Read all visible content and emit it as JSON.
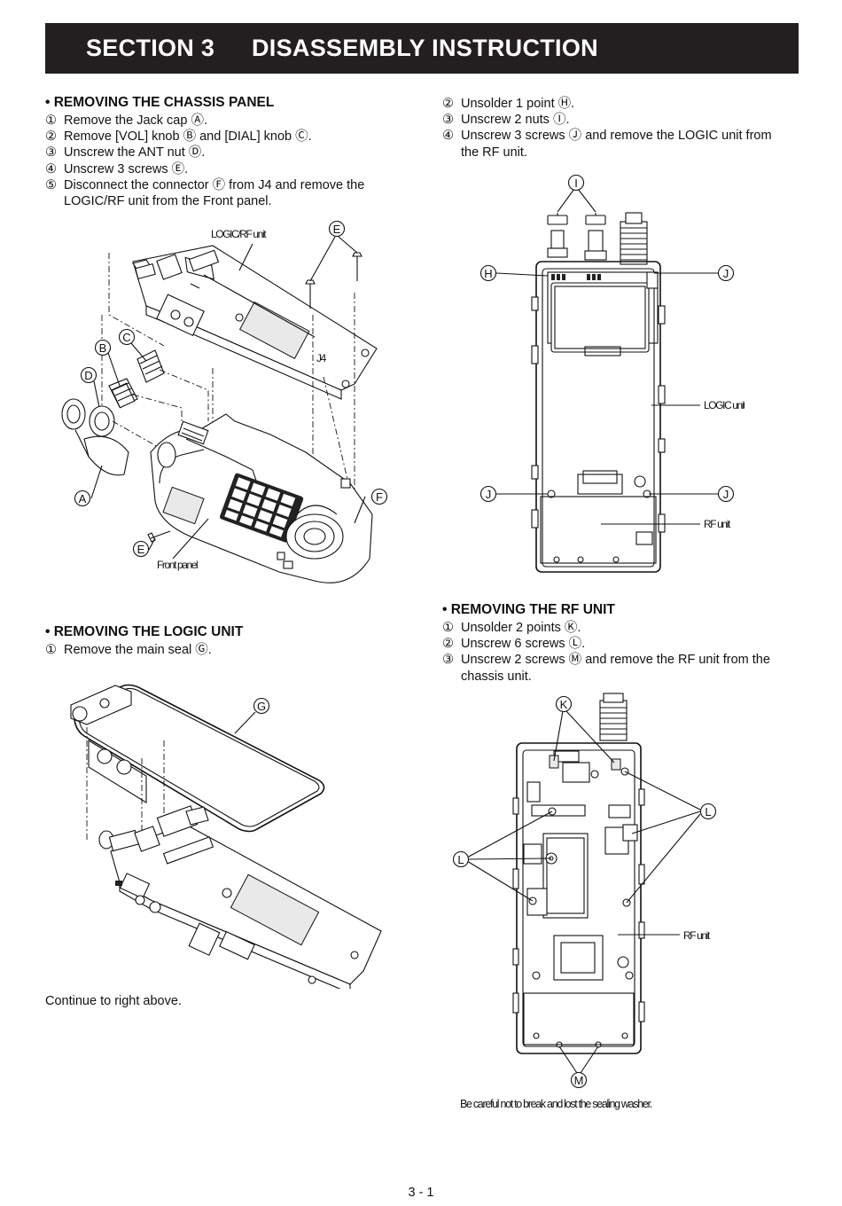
{
  "header": {
    "section": "SECTION 3",
    "title": "DISASSEMBLY INSTRUCTION"
  },
  "chassis": {
    "heading": "• REMOVING THE CHASSIS PANEL",
    "steps": [
      {
        "num": "①",
        "text": "Remove the Jack cap Ⓐ."
      },
      {
        "num": "②",
        "text": "Remove [VOL] knob Ⓑ and [DIAL] knob Ⓒ."
      },
      {
        "num": "③",
        "text": "Unscrew the ANT nut Ⓓ."
      },
      {
        "num": "④",
        "text": "Unscrew 3 screws Ⓔ."
      },
      {
        "num": "⑤",
        "text": "Disconnect the connector Ⓕ from J4 and remove the LOGIC/RF unit from the Front panel."
      }
    ],
    "figure": {
      "label_logic_rf": "LOGIC/RF unit",
      "label_front_panel": "Front panel",
      "label_j4": "J4",
      "callouts": [
        "A",
        "B",
        "C",
        "D",
        "E",
        "E",
        "F"
      ]
    }
  },
  "logic_unit": {
    "heading": "• REMOVING THE LOGIC UNIT",
    "steps": [
      {
        "num": "①",
        "text": "Remove the main seal Ⓖ."
      }
    ],
    "figure": {
      "callouts": [
        "G"
      ]
    },
    "continue_text": "Continue to right above."
  },
  "logic_cont": {
    "steps": [
      {
        "num": "②",
        "text": "Unsolder 1 point Ⓗ."
      },
      {
        "num": "③",
        "text": "Unscrew 2 nuts Ⓘ."
      },
      {
        "num": "④",
        "text": "Unscrew 3 screws Ⓙ and remove the LOGIC unit from the RF unit."
      }
    ],
    "figure": {
      "label_logic": "LOGIC unit",
      "label_rf": "RF unit",
      "callouts": [
        "I",
        "H",
        "J",
        "J",
        "J"
      ]
    }
  },
  "rf_unit": {
    "heading": "• REMOVING THE RF UNIT",
    "steps": [
      {
        "num": "①",
        "text": "Unsolder 2 points Ⓚ."
      },
      {
        "num": "②",
        "text": "Unscrew 6 screws Ⓛ."
      },
      {
        "num": "③",
        "text": "Unscrew 2 screws Ⓜ and remove the RF unit from the chassis unit."
      }
    ],
    "figure": {
      "label_rf": "RF unit",
      "callouts": [
        "K",
        "L",
        "L",
        "M"
      ],
      "note": "Be careful not to break and lost the sealing washer."
    }
  },
  "footer": {
    "page": "3 - 1"
  }
}
